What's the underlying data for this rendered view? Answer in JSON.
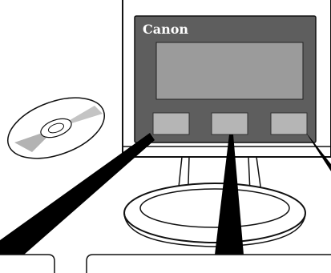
{
  "brand": {
    "logo_text": "Canon"
  },
  "illustration": {
    "device": "monitor-with-three-buttons",
    "disc": "cd-rom",
    "button_count": 3,
    "callout_count": 3
  },
  "colors": {
    "background": "#ffffff",
    "line": "#111111",
    "screen_frame": "#5e5e5e",
    "screen_face": "#9b9b9b",
    "button_face": "#b5b5b5",
    "disc_shade": "#b3b3b3",
    "callout_pointer": "#000000"
  }
}
